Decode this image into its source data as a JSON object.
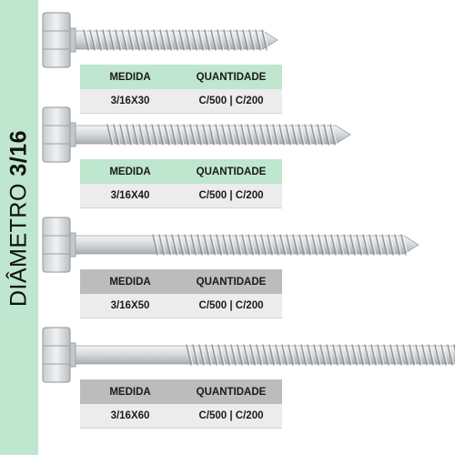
{
  "side": {
    "prefix": "DIÂMETRO",
    "size": "3/16"
  },
  "headers": {
    "measure": "MEDIDA",
    "quantity": "QUANTIDADE"
  },
  "colors": {
    "green": "#bfe6cf",
    "gray": "#bcbcbc",
    "metal": "#d9dde0"
  },
  "rows": [
    {
      "measure": "3/16X30",
      "quantity": "C/500 | C/200",
      "header_style": "green"
    },
    {
      "measure": "3/16X40",
      "quantity": "C/500 | C/200",
      "header_style": "green"
    },
    {
      "measure": "3/16X50",
      "quantity": "C/500 | C/200",
      "header_style": "gray"
    },
    {
      "measure": "3/16X60",
      "quantity": "C/500 | C/200",
      "header_style": "gray"
    }
  ]
}
